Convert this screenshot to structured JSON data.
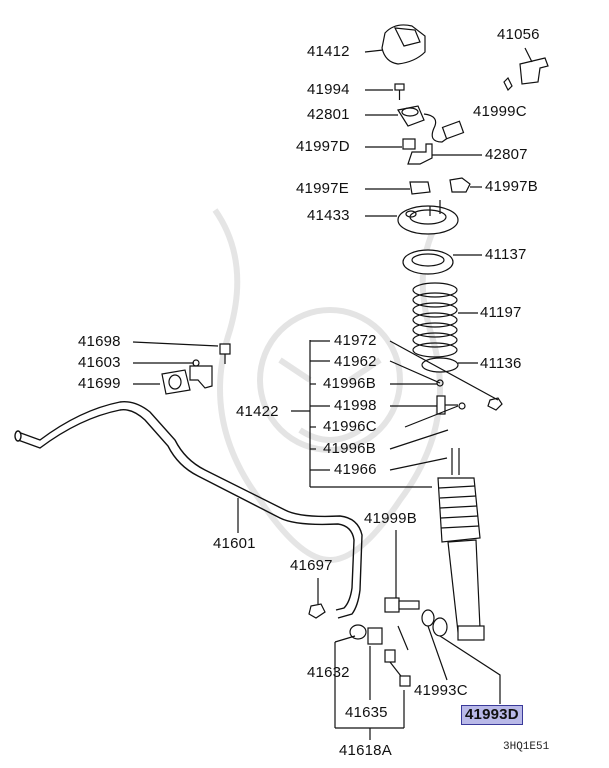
{
  "diagram": {
    "code": "3HQ1E51",
    "labels": {
      "p41412": "41412",
      "p41994": "41994",
      "p42801": "42801",
      "p41997D": "41997D",
      "p41997E": "41997E",
      "p41433": "41433",
      "p41056": "41056",
      "p41999C": "41999C",
      "p42807": "42807",
      "p41997B": "41997B",
      "p41137": "41137",
      "p41197": "41197",
      "p41136": "41136",
      "p41698": "41698",
      "p41603": "41603",
      "p41699": "41699",
      "p41422": "41422",
      "p41972": "41972",
      "p41962": "41962",
      "p41996B_1": "41996B",
      "p41998": "41998",
      "p41996C": "41996C",
      "p41996B_2": "41996B",
      "p41966": "41966",
      "p41999B": "41999B",
      "p41601": "41601",
      "p41697": "41697",
      "p41632": "41632",
      "p41635": "41635",
      "p41618A": "41618A",
      "p41993C": "41993C",
      "p41993D": "41993D"
    },
    "highlight_color": "#b9b9e8"
  }
}
